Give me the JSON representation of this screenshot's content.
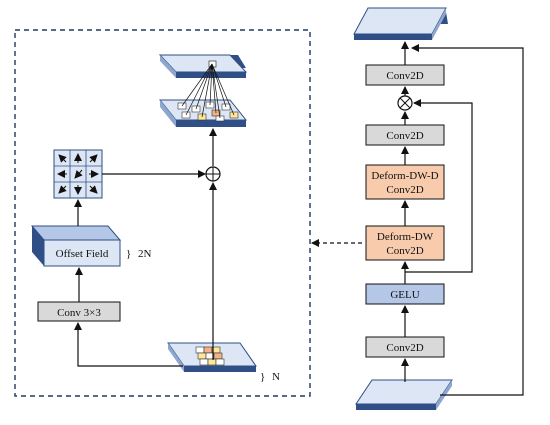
{
  "diagram": {
    "left_panel": {
      "offset_field_label": "Offset Field",
      "offset_field_multiplier": "2N",
      "conv_label": "Conv 3×3",
      "input_multiplier": "N"
    },
    "right_stack": {
      "blocks": [
        {
          "id": "conv2d-top",
          "label": "Conv2D"
        },
        {
          "id": "conv2d-mid",
          "label": "Conv2D"
        },
        {
          "id": "deform-dw-d",
          "line1": "Deform-DW-D",
          "line2": "Conv2D"
        },
        {
          "id": "deform-dw",
          "line1": "Deform-DW",
          "line2": "Conv2D"
        },
        {
          "id": "gelu",
          "label": "GELU"
        },
        {
          "id": "conv2d-bottom",
          "label": "Conv2D"
        }
      ]
    },
    "colors": {
      "gray_box": "#d9d9d9",
      "orange_box": "#f8cbad",
      "blue_box": "#b4c7e7",
      "plane_face": "#dde6f4",
      "plane_side": "#2f4f86",
      "dashed_frame": "#1f3864",
      "orange_cell": "#f4b183",
      "yellow_cell": "#ffe699"
    }
  }
}
